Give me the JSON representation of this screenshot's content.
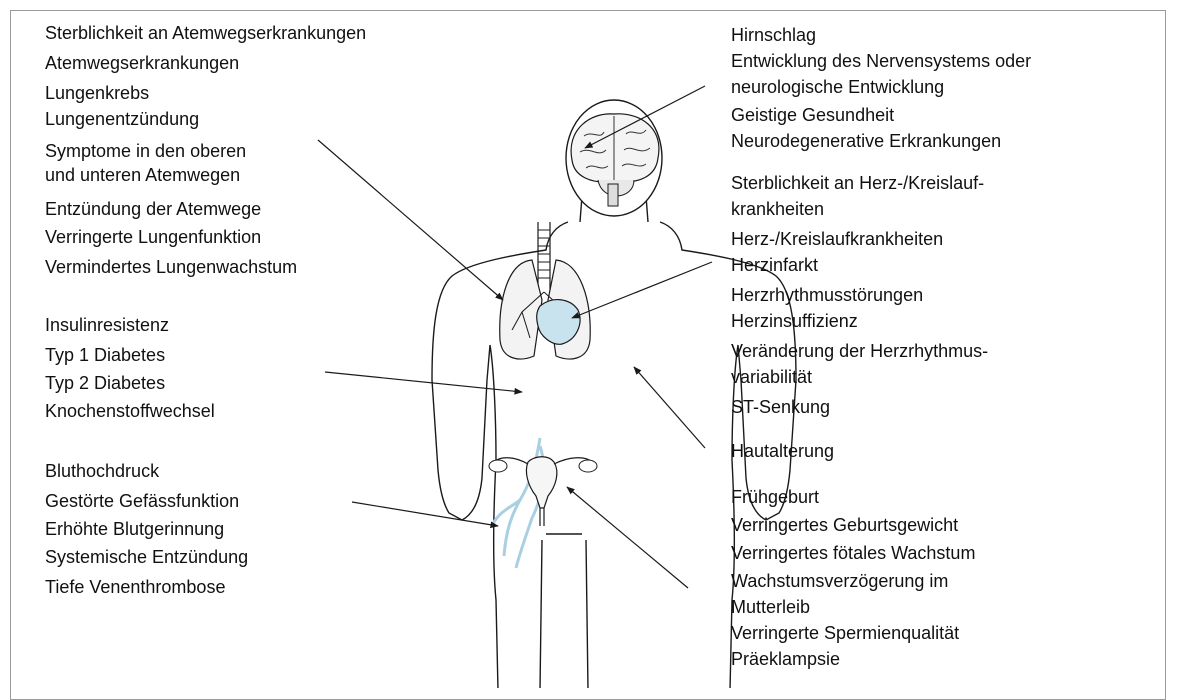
{
  "colors": {
    "outline": "#1a1a1a",
    "organ_fill": "#c9e3ee",
    "vein": "#a9d0e2",
    "border": "#9a9a9a"
  },
  "labels": {
    "respiratory": [
      "Sterblichkeit an Atemwegserkrankungen",
      "Atemwegserkrankungen",
      "Lungenkrebs",
      "Lungenentzündung",
      "Symptome in den oberen",
      "und unteren Atemwegen",
      "Entzündung der Atemwege",
      "Verringerte Lungenfunktion",
      "Vermindertes Lungenwachstum"
    ],
    "metabolic": [
      "Insulinresistenz",
      "Typ 1 Diabetes",
      "Typ 2 Diabetes",
      "Knochenstoffwechsel"
    ],
    "vascular": [
      "Bluthochdruck",
      "Gestörte Gefässfunktion",
      "Erhöhte Blutgerinnung",
      "Systemische Entzündung",
      "Tiefe Venenthrombose"
    ],
    "brain": [
      "Hirnschlag",
      "Entwicklung des Nervensystems oder",
      "neurologische Entwicklung",
      "Geistige Gesundheit",
      "Neurodegenerative Erkrankungen"
    ],
    "cardio": [
      "Sterblichkeit an Herz-/Kreislauf-",
      "krankheiten",
      "Herz-/Kreislaufkrankheiten",
      "Herzinfarkt",
      "Herzrhythmusstörungen",
      "Herzinsuffizienz",
      "Veränderung der Herzrhythmus-",
      "variabilität",
      "ST-Senkung"
    ],
    "skin": [
      "Hautalterung"
    ],
    "reproductive": [
      "Frühgeburt",
      "Verringertes Geburtsgewicht",
      "Verringertes fötales Wachstum",
      "Wachstumsverzögerung im",
      "Mutterleib",
      "Verringerte Spermienqualität",
      "Präeklampsie"
    ]
  }
}
